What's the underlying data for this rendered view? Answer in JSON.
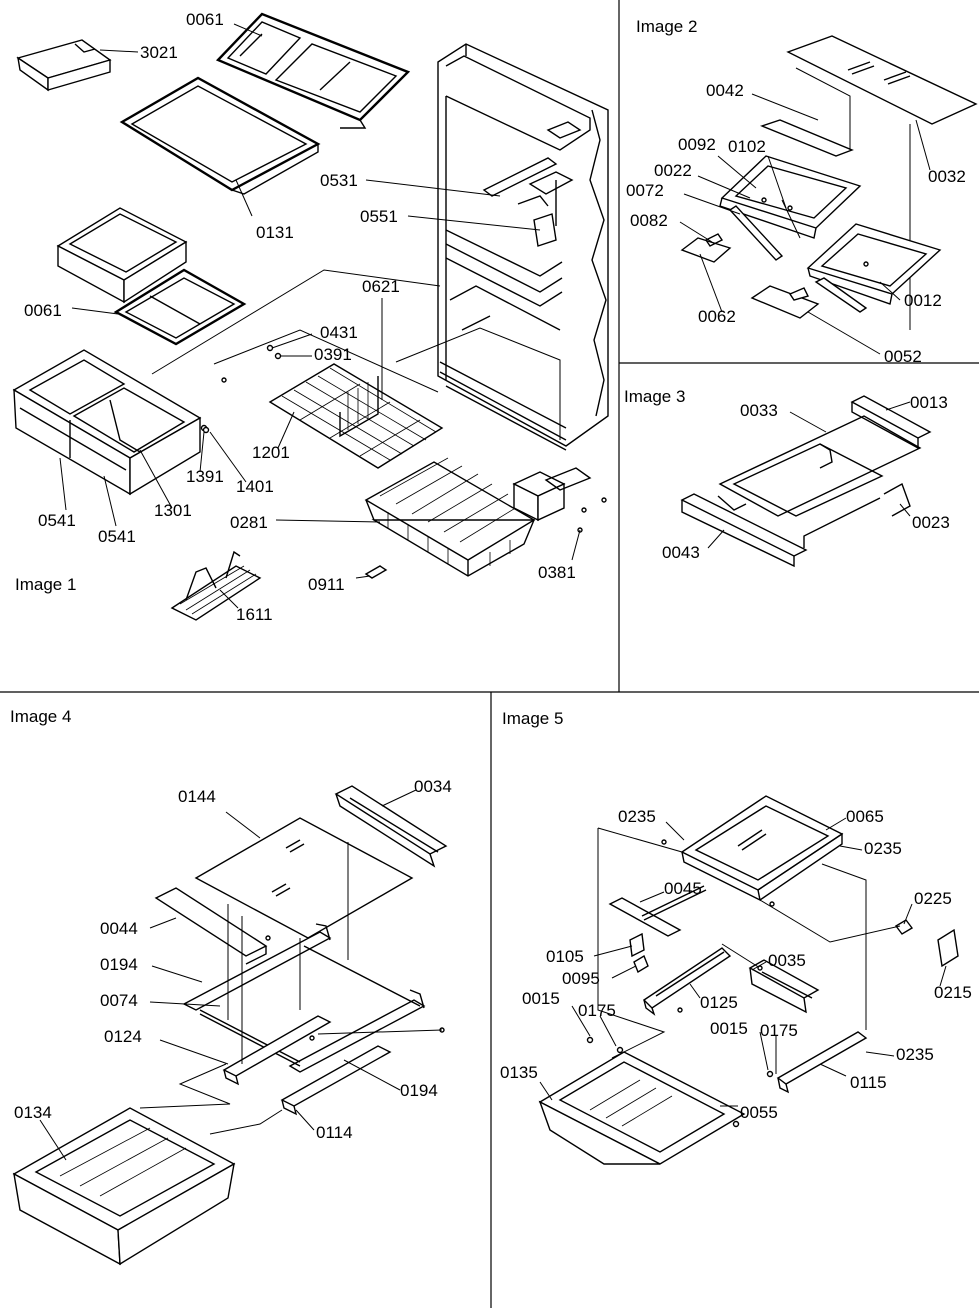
{
  "panels": {
    "image1": {
      "title": "Image 1",
      "labels": {
        "p3021": "3021",
        "p0061a": "0061",
        "p0131": "0131",
        "p0531": "0531",
        "p0551": "0551",
        "p0621": "0621",
        "p0431": "0431",
        "p0391": "0391",
        "p0061b": "0061",
        "p1201": "1201",
        "p1391": "1391",
        "p1401": "1401",
        "p1301": "1301",
        "p0541a": "0541",
        "p0541b": "0541",
        "p0281": "0281",
        "p0911": "0911",
        "p0381": "0381",
        "p1611": "1611"
      }
    },
    "image2": {
      "title": "Image 2",
      "labels": {
        "p0042": "0042",
        "p0032": "0032",
        "p0092": "0092",
        "p0102": "0102",
        "p0022": "0022",
        "p0072": "0072",
        "p0082": "0082",
        "p0062": "0062",
        "p0012": "0012",
        "p0052": "0052"
      }
    },
    "image3": {
      "title": "Image 3",
      "labels": {
        "p0033": "0033",
        "p0013": "0013",
        "p0023": "0023",
        "p0043": "0043"
      }
    },
    "image4": {
      "title": "Image 4",
      "labels": {
        "p0144": "0144",
        "p0034": "0034",
        "p0044": "0044",
        "p0194a": "0194",
        "p0074": "0074",
        "p0124": "0124",
        "p0194b": "0194",
        "p0114": "0114",
        "p0134": "0134"
      }
    },
    "image5": {
      "title": "Image 5",
      "labels": {
        "p0235a": "0235",
        "p0065": "0065",
        "p0235b": "0235",
        "p0045": "0045",
        "p0225": "0225",
        "p0105": "0105",
        "p0035": "0035",
        "p0095": "0095",
        "p0125": "0125",
        "p0015a": "0015",
        "p0175a": "0175",
        "p0215": "0215",
        "p0015b": "0015",
        "p0175b": "0175",
        "p0235c": "0235",
        "p0135": "0135",
        "p0115": "0115",
        "p0055": "0055"
      }
    }
  }
}
